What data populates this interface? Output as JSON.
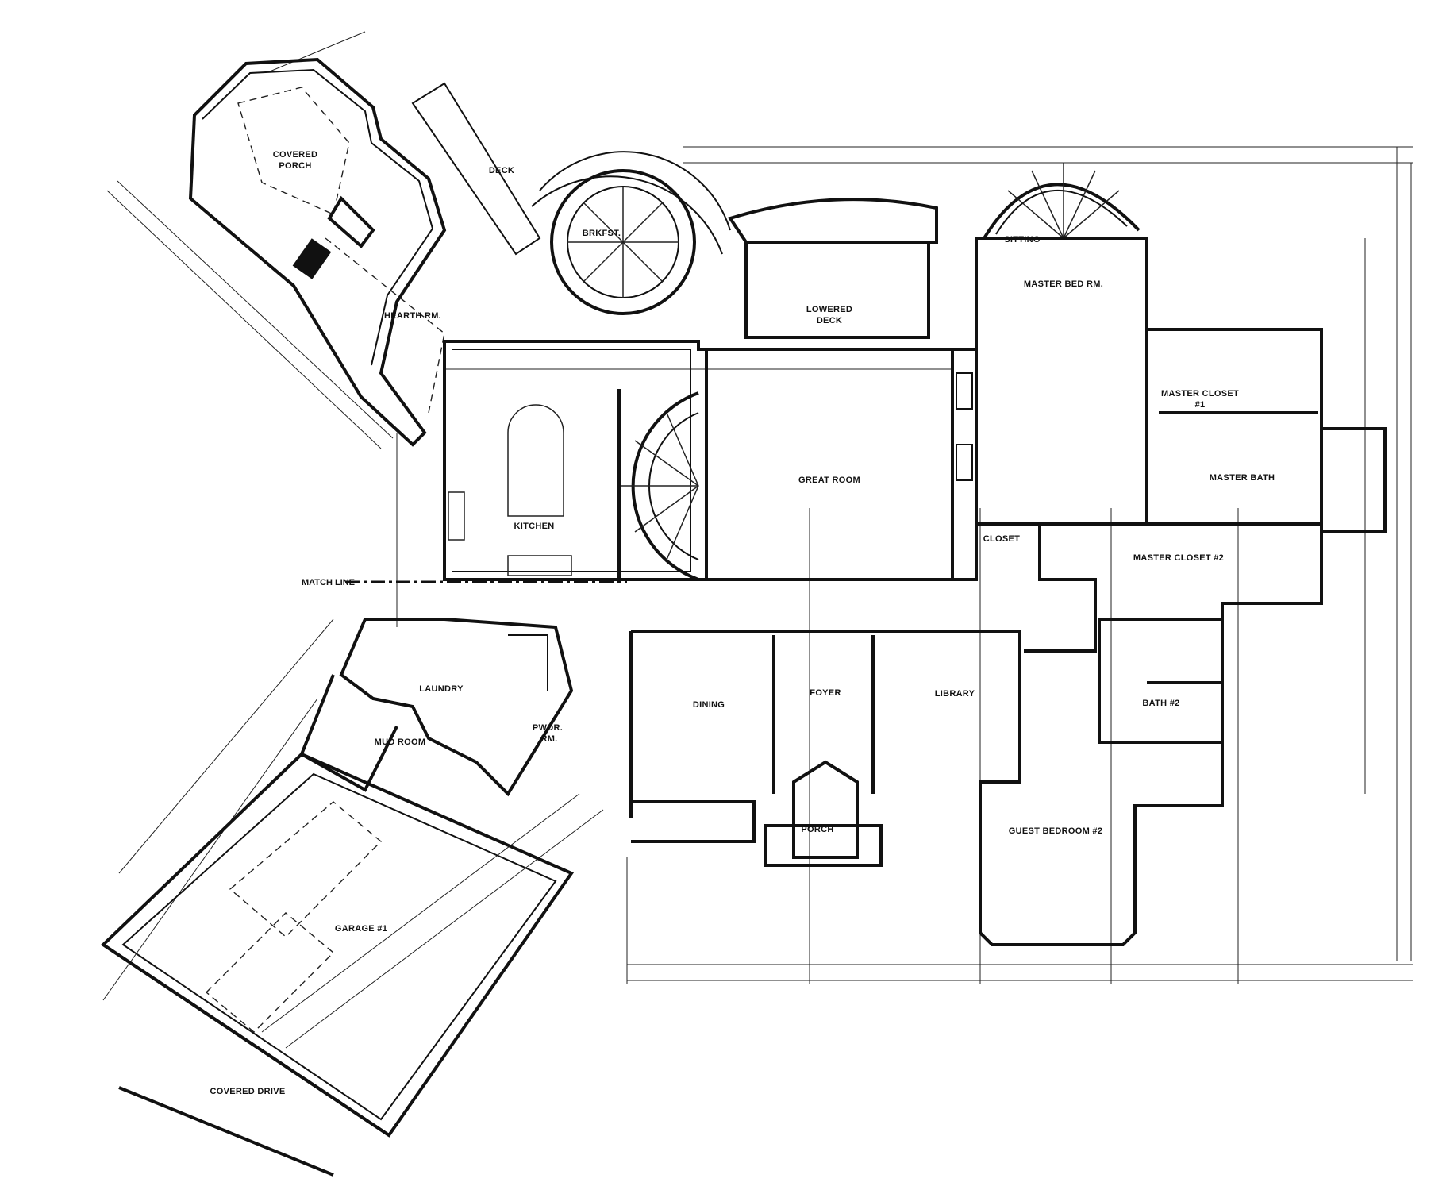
{
  "plan": {
    "match_line_label": "MATCH LINE",
    "rooms": {
      "covered_porch_1": "COVERED",
      "covered_porch_2": "PORCH",
      "deck": "DECK",
      "brkfst": "BRKFST.",
      "hearth": "HEARTH RM.",
      "lowered_deck_1": "LOWERED",
      "lowered_deck_2": "DECK",
      "sitting": "SITTING",
      "master_bed": "MASTER BED RM.",
      "master_closet1_1": "MASTER CLOSET",
      "master_closet1_2": "#1",
      "master_bath": "MASTER BATH",
      "great_room": "GREAT ROOM",
      "kitchen": "KITCHEN",
      "closet": "CLOSET",
      "master_closet2": "MASTER CLOSET #2",
      "laundry": "LAUNDRY",
      "mud_room": "MUD ROOM",
      "pwdr_1": "PWDR.",
      "pwdr_2": "RM.",
      "dining": "DINING",
      "foyer": "FOYER",
      "library": "LIBRARY",
      "bath2": "BATH #2",
      "porch": "PORCH",
      "guest_bed": "GUEST BEDROOM #2",
      "garage": "GARAGE #1",
      "covered_drive": "COVERED DRIVE"
    }
  }
}
